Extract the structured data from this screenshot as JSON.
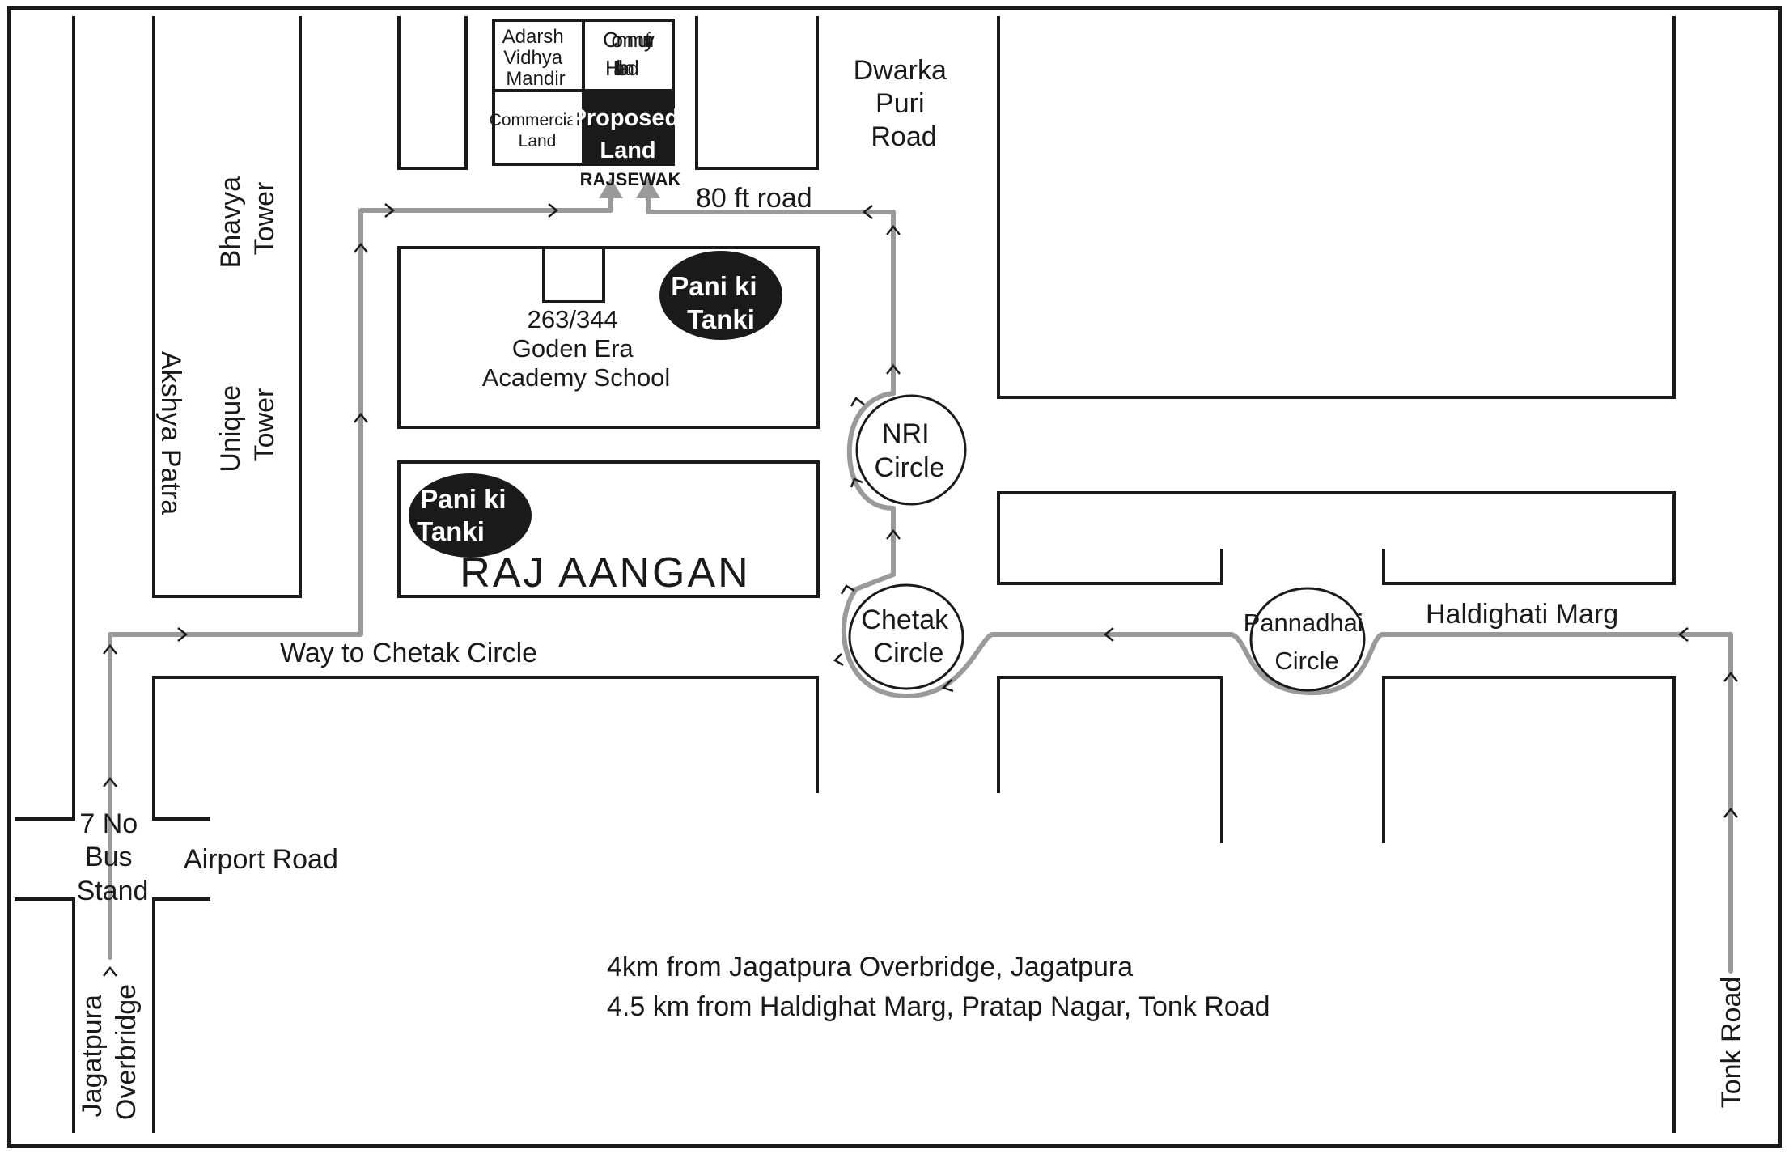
{
  "labels": {
    "adarsh_vidhya_mandir": [
      "Adarsh",
      "Vidhya",
      "Mandir"
    ],
    "community_hall_land": [
      "Community",
      "Hall Land"
    ],
    "commercial_land": [
      "Commercial",
      "Land"
    ],
    "proposed_land": [
      "Proposed",
      "Land"
    ],
    "rajsewak": "RAJSEWAK",
    "road_80ft": "80 ft road",
    "dwarka_puri_road": [
      "Dwarka",
      "Puri",
      "Road"
    ],
    "bhavya_tower": [
      "Bhavya",
      "Tower"
    ],
    "akshya_patra": "Akshya Patra",
    "unique_tower": [
      "Unique",
      "Tower"
    ],
    "plot_number": "263/344",
    "school_name": [
      "Goden Era",
      "Academy School"
    ],
    "pani_ki_tanki": [
      "Pani ki",
      "Tanki"
    ],
    "raj_aangan": "RAJ AANGAN",
    "nri_circle": [
      "NRI",
      "Circle"
    ],
    "chetak_circle": [
      "Chetak",
      "Circle"
    ],
    "pannadhai_circle": [
      "Pannadhai",
      "Circle"
    ],
    "haldighati_marg": "Haldighati Marg",
    "way_to_chetak_circle": "Way to Chetak Circle",
    "bus_stand": [
      "7 No",
      "Bus",
      "Stand"
    ],
    "airport_road": "Airport Road",
    "jagatpura_overbridge": [
      "Jagatpura",
      "Overbridge"
    ],
    "tonk_road": "Tonk Road",
    "distance_notes": [
      "4km from Jagatpura Overbridge, Jagatpura",
      "4.5 km from Haldighat Marg, Pratap Nagar, Tonk Road"
    ]
  },
  "colors": {
    "ink": "#1a1a1a",
    "route": "#9a9a9a",
    "background": "#ffffff"
  }
}
